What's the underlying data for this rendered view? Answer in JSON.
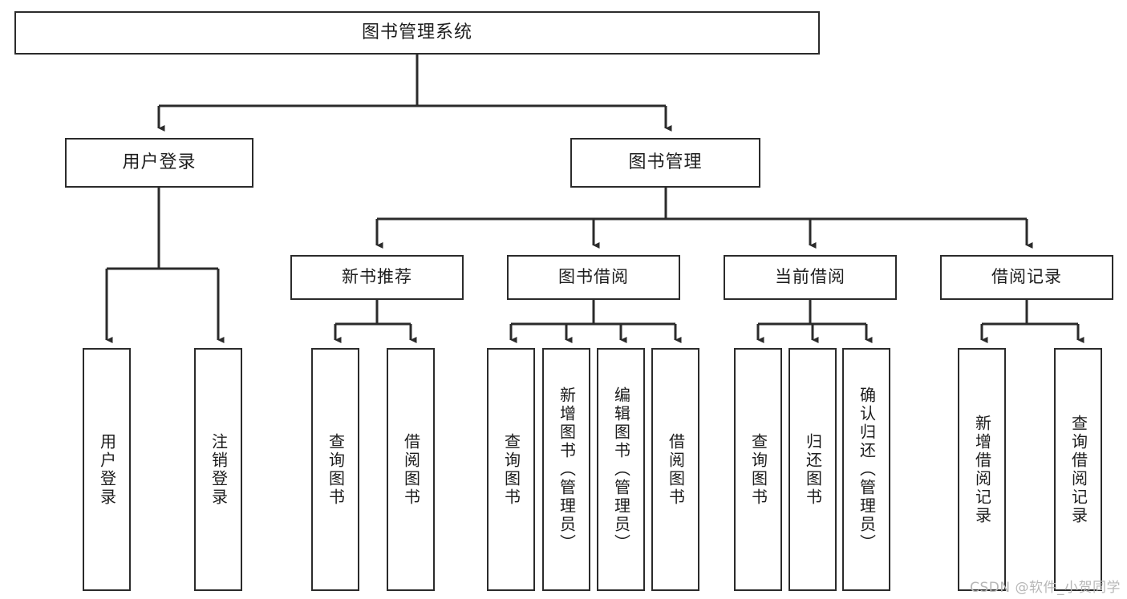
{
  "diagram": {
    "title": "图书管理系统",
    "type": "tree-hierarchy-diagram",
    "colors": {
      "box_border": "#2b2b2b",
      "box_fill": "#ffffff",
      "connector": "#2b2b2b",
      "text": "#1d1d1d",
      "watermark": "#b7b7b7",
      "background": "#ffffff"
    },
    "root": {
      "label": "图书管理系统"
    },
    "level2": [
      {
        "label": "用户登录"
      },
      {
        "label": "图书管理"
      }
    ],
    "level3": [
      {
        "label": "新书推荐"
      },
      {
        "label": "图书借阅"
      },
      {
        "label": "当前借阅"
      },
      {
        "label": "借阅记录"
      }
    ],
    "leaves": {
      "user_login": [
        {
          "label": "用户登录"
        },
        {
          "label": "注销登录"
        }
      ],
      "new_book_recommend": [
        {
          "label": "查询图书"
        },
        {
          "label": "借阅图书"
        }
      ],
      "book_borrow": [
        {
          "label": "查询图书"
        },
        {
          "label": "新增图书（管理员）"
        },
        {
          "label": "编辑图书（管理员）"
        },
        {
          "label": "借阅图书"
        }
      ],
      "current_borrow": [
        {
          "label": "查询图书"
        },
        {
          "label": "归还图书"
        },
        {
          "label": "确认归还（管理员）"
        }
      ],
      "borrow_record": [
        {
          "label": "新增借阅记录"
        },
        {
          "label": "查询借阅记录"
        }
      ]
    },
    "watermark": "CSDN @软件_小贺同学"
  }
}
